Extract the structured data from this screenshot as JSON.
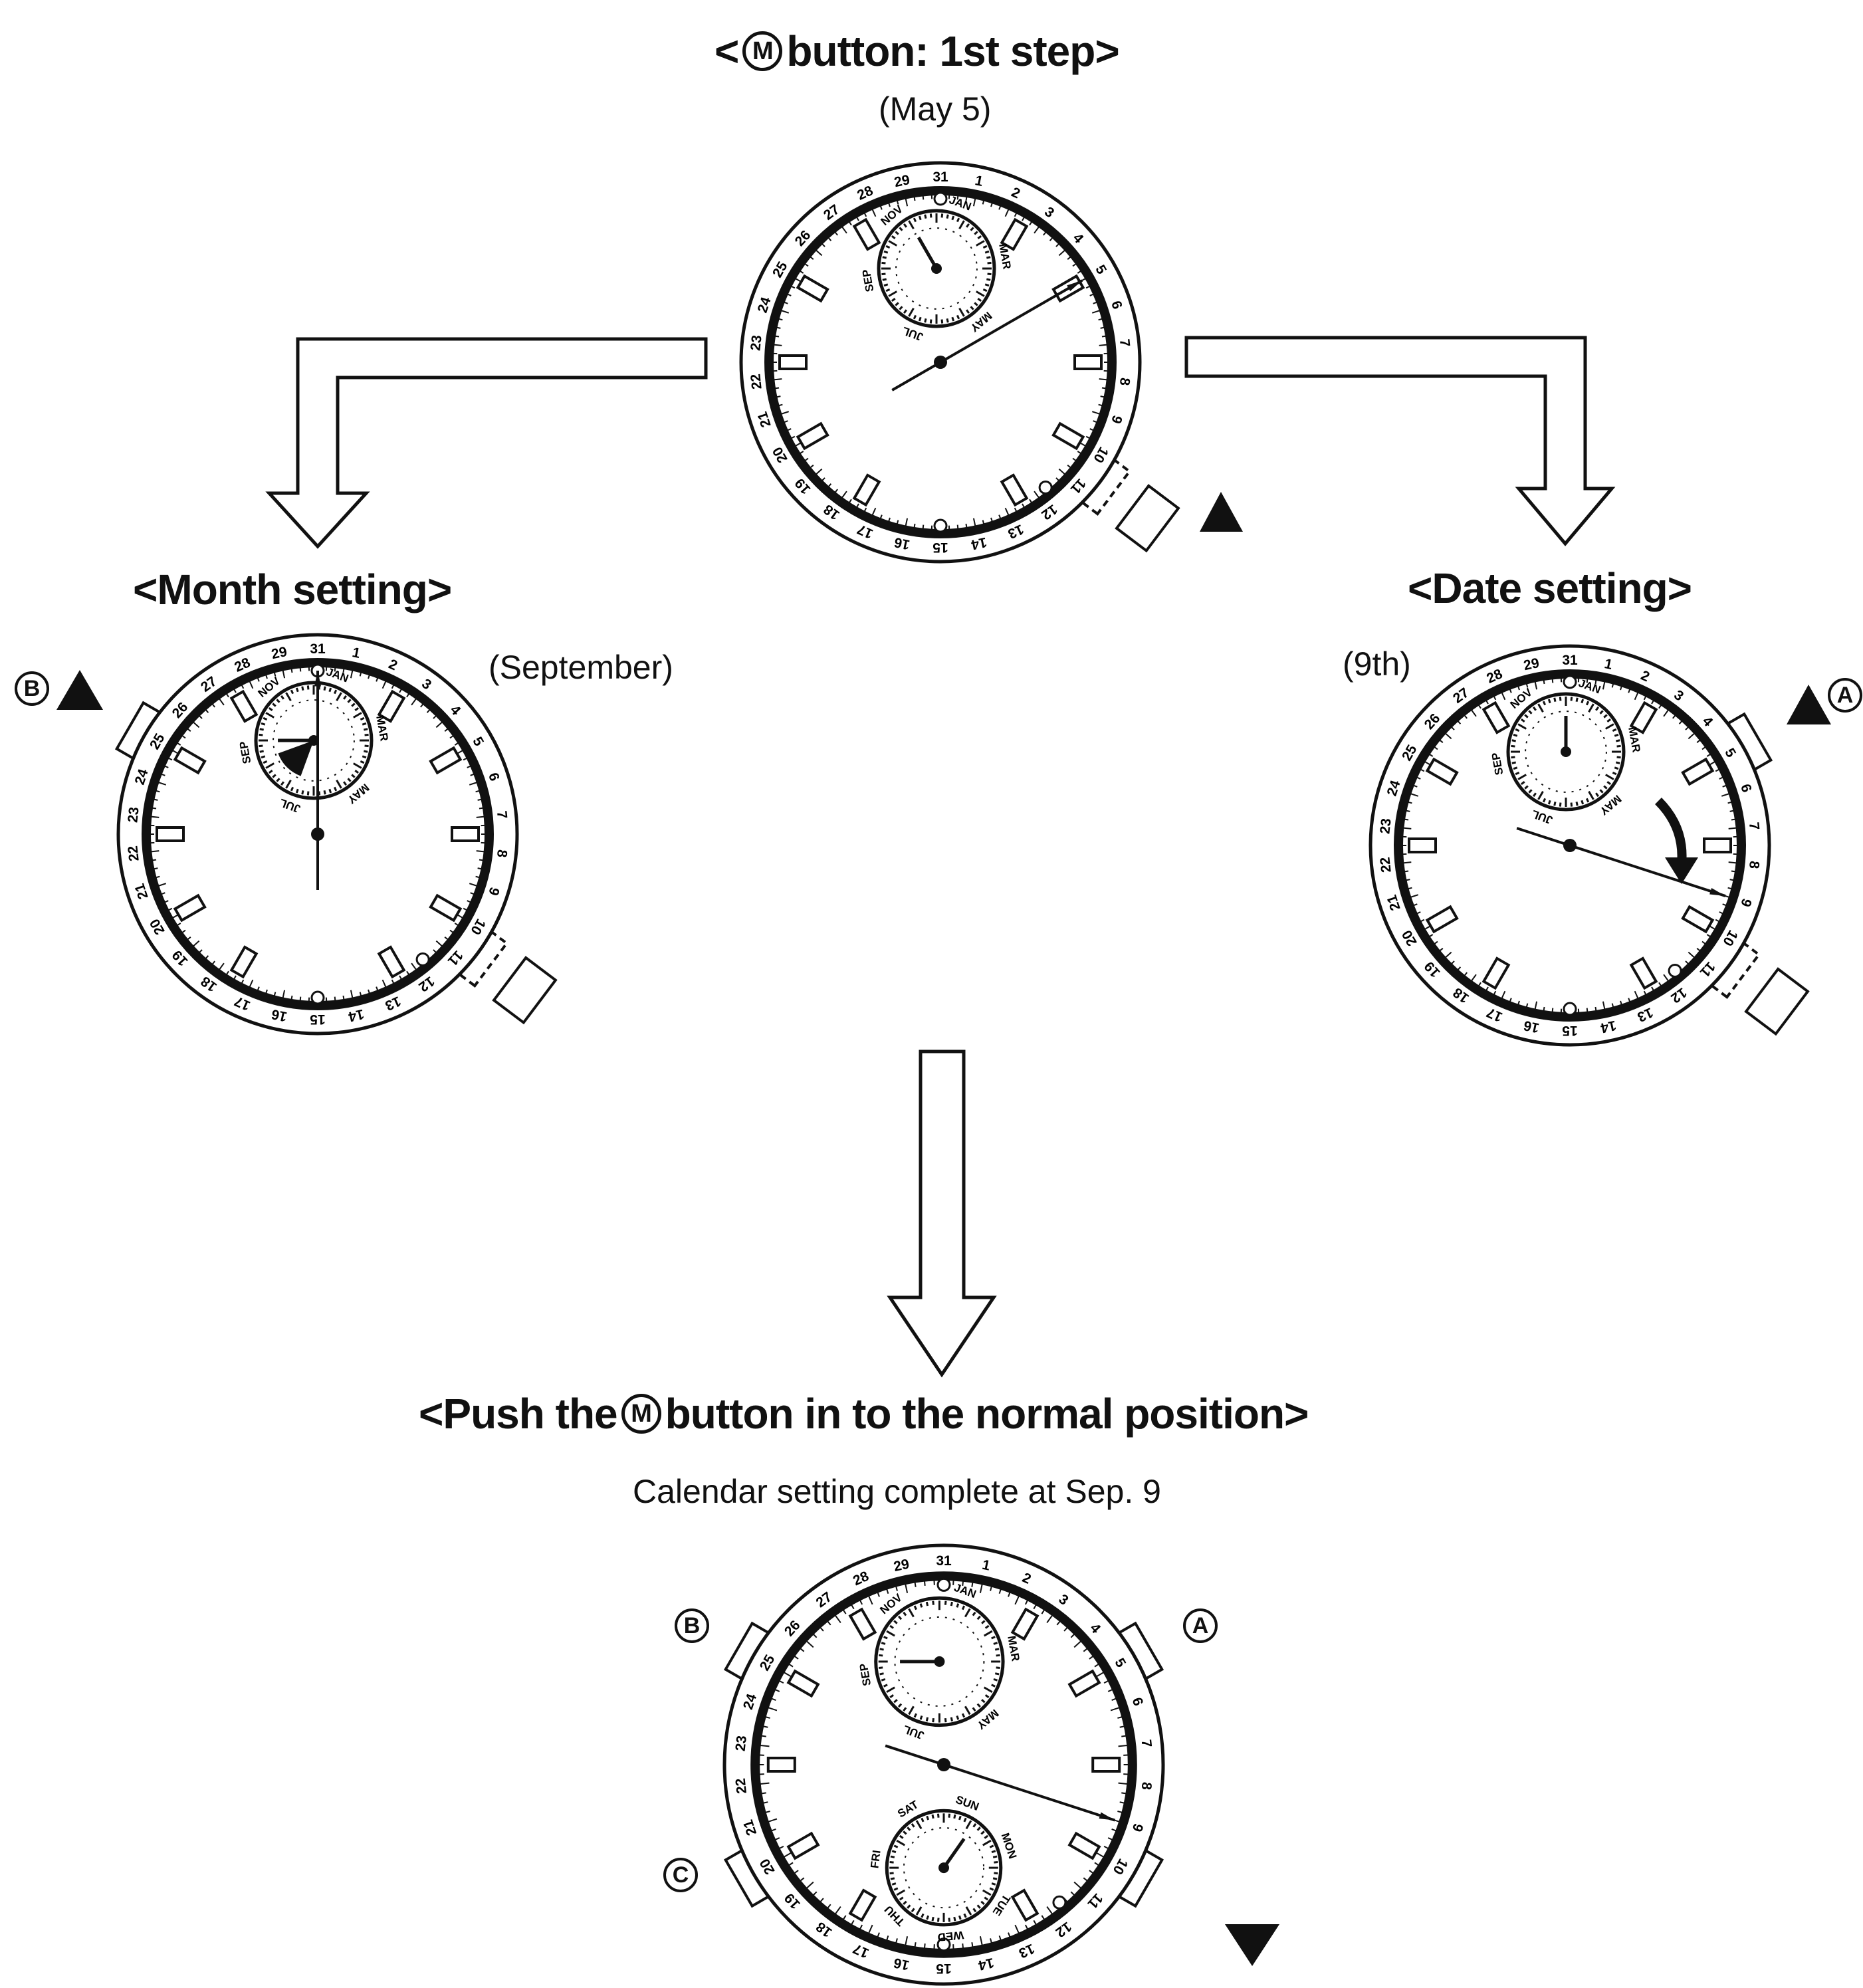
{
  "step1": {
    "heading_pre": "<",
    "button_letter": "M",
    "heading_post": "button: 1st step>",
    "caption": "(May 5)"
  },
  "month_setting": {
    "heading": "<Month setting>",
    "caption": "(September)",
    "button_letter": "B"
  },
  "date_setting": {
    "heading": "<Date setting>",
    "caption": "(9th)",
    "button_letter": "A"
  },
  "final": {
    "heading_pre": "<Push the",
    "button_letter": "M",
    "heading_post": "button in to the normal position>",
    "caption": "Calendar setting complete at Sep. 9",
    "button_a": "A",
    "button_b": "B",
    "button_c": "C"
  },
  "dial": {
    "dates": [
      "31",
      "1",
      "2",
      "3",
      "4",
      "5",
      "6",
      "7",
      "8",
      "9",
      "10",
      "11",
      "12",
      "13",
      "14",
      "15",
      "16",
      "17",
      "18",
      "19",
      "20",
      "21",
      "22",
      "23",
      "24",
      "25",
      "26",
      "27",
      "28",
      "29"
    ],
    "months": [
      "JAN",
      "MAR",
      "MAY",
      "JUL",
      "SEP",
      "NOV"
    ],
    "days": [
      "SUN",
      "MON",
      "TUE",
      "WED",
      "THU",
      "FRI",
      "SAT"
    ]
  },
  "icons": [
    "arrow-right-down-icon",
    "arrow-left-down-icon",
    "arrow-down-icon",
    "triangle-up-icon",
    "triangle-down-icon",
    "curved-arrow-icon"
  ]
}
